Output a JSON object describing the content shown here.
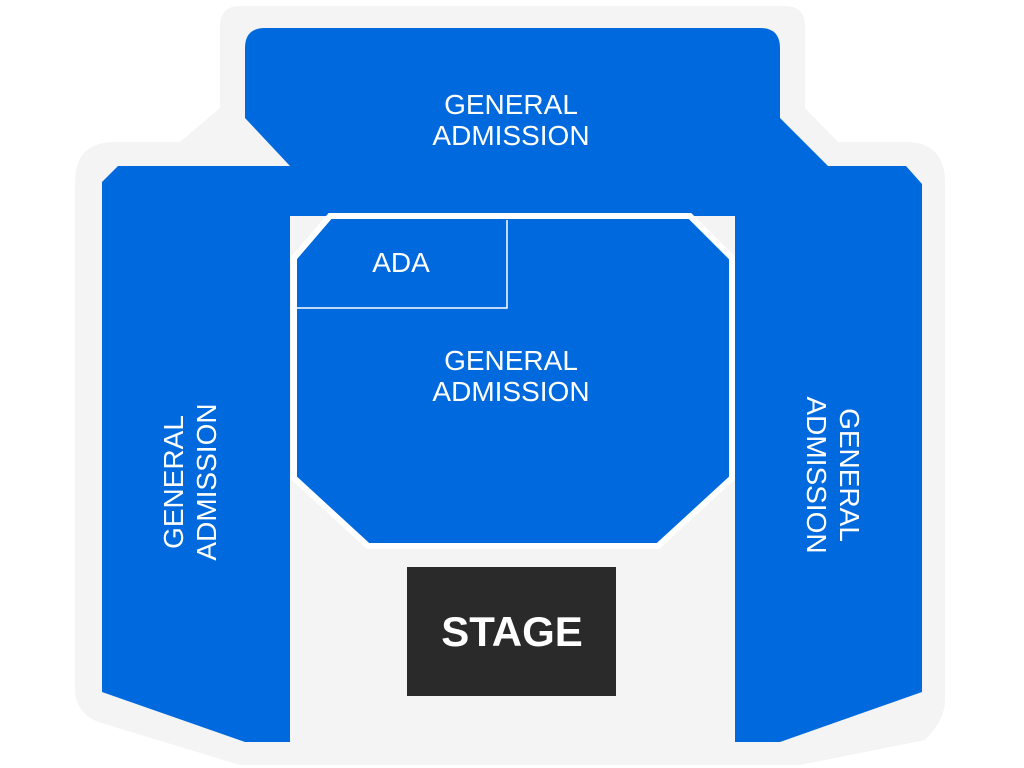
{
  "colors": {
    "background": "#ffffff",
    "venue_outline": "#f4f4f4",
    "section_fill": "#0069de",
    "section_border": "#ffffff",
    "stage_fill": "#2a2a2a",
    "label_text": "#ffffff"
  },
  "sections": {
    "top": {
      "line1": "GENERAL",
      "line2": "ADMISSION"
    },
    "floor": {
      "line1": "GENERAL",
      "line2": "ADMISSION"
    },
    "ada": {
      "label": "ADA"
    },
    "left": {
      "line1": "GENERAL",
      "line2": "ADMISSION"
    },
    "right": {
      "line1": "GENERAL",
      "line2": "ADMISSION"
    }
  },
  "stage": {
    "label": "STAGE"
  }
}
